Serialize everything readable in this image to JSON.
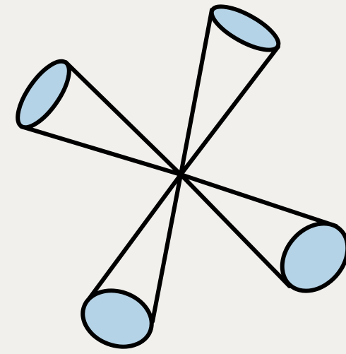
{
  "diagram": {
    "background_color": "#f1f0ec",
    "line_color": "#000000",
    "cap_fill_color": "#b5d3e6",
    "cones": [
      {
        "id": "upper-left"
      },
      {
        "id": "top"
      },
      {
        "id": "lower-left"
      },
      {
        "id": "lower-right"
      }
    ]
  }
}
